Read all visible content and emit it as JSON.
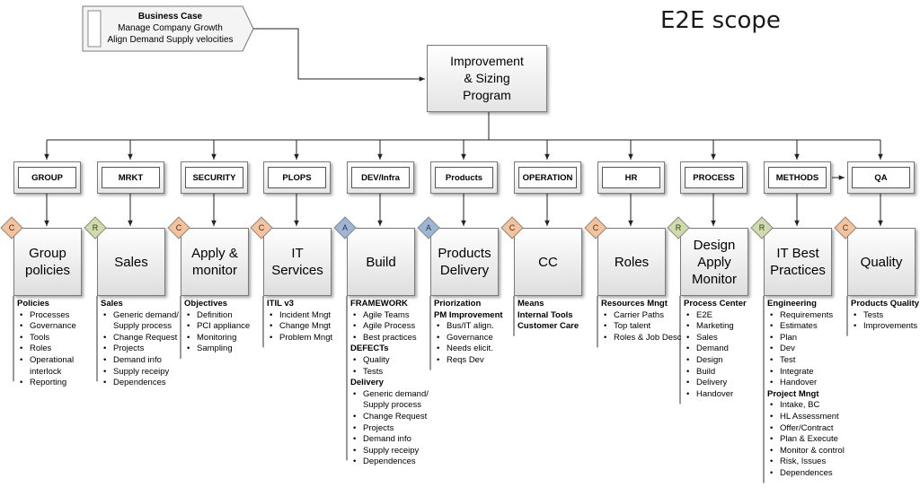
{
  "title": "E2E scope",
  "business_case": {
    "heading": "Business Case",
    "lines": [
      "Manage Company Growth",
      "Align Demand Supply velocities"
    ]
  },
  "program": {
    "lines": [
      "Improvement",
      "& Sizing",
      "Program"
    ]
  },
  "colors": {
    "C": "#f6c29a",
    "R": "#cfdcaa",
    "A": "#9db6d8"
  },
  "columns": [
    {
      "head": "GROUP",
      "badge": "C",
      "box": "Group policies",
      "details": [
        {
          "t": "h",
          "v": "Policies"
        },
        {
          "t": "i",
          "v": "Processes"
        },
        {
          "t": "i",
          "v": "Governance"
        },
        {
          "t": "i",
          "v": "Tools"
        },
        {
          "t": "i",
          "v": "Roles"
        },
        {
          "t": "i",
          "v": "Operational interlock"
        },
        {
          "t": "i",
          "v": "Reporting"
        }
      ]
    },
    {
      "head": "MRKT",
      "badge": "R",
      "box": "Sales",
      "details": [
        {
          "t": "h",
          "v": "Sales"
        },
        {
          "t": "i",
          "v": "Generic demand/ Supply process"
        },
        {
          "t": "i",
          "v": "Change Request"
        },
        {
          "t": "i",
          "v": "Projects"
        },
        {
          "t": "i",
          "v": "Demand info"
        },
        {
          "t": "i",
          "v": "Supply receipy"
        },
        {
          "t": "i",
          "v": "Dependences"
        }
      ]
    },
    {
      "head": "SECURITY",
      "badge": "C",
      "box": "Apply & monitor",
      "details": [
        {
          "t": "h",
          "v": "Objectives"
        },
        {
          "t": "i",
          "v": "Definition"
        },
        {
          "t": "i",
          "v": "PCI appliance"
        },
        {
          "t": "i",
          "v": "Monitoring"
        },
        {
          "t": "i",
          "v": "Sampling"
        }
      ]
    },
    {
      "head": "PLOPS",
      "badge": "C",
      "box": "IT Services",
      "details": [
        {
          "t": "h",
          "v": "ITIL v3"
        },
        {
          "t": "i",
          "v": "Incident Mngt"
        },
        {
          "t": "i",
          "v": "Change Mngt"
        },
        {
          "t": "i",
          "v": "Problem Mngt"
        }
      ]
    },
    {
      "head": "DEV/Infra",
      "badge": "A",
      "box": "Build",
      "details": [
        {
          "t": "h",
          "v": "FRAMEWORK"
        },
        {
          "t": "i",
          "v": "Agile Teams"
        },
        {
          "t": "i",
          "v": "Agile Process"
        },
        {
          "t": "i",
          "v": "Best practices"
        },
        {
          "t": "h",
          "v": "DEFECTs"
        },
        {
          "t": "i",
          "v": "Quality"
        },
        {
          "t": "i",
          "v": "Tests"
        },
        {
          "t": "h",
          "v": "Delivery"
        },
        {
          "t": "i",
          "v": "Generic demand/ Supply process"
        },
        {
          "t": "i",
          "v": "Change Request"
        },
        {
          "t": "i",
          "v": "Projects"
        },
        {
          "t": "i",
          "v": "Demand info"
        },
        {
          "t": "i",
          "v": "Supply receipy"
        },
        {
          "t": "i",
          "v": "Dependences"
        }
      ]
    },
    {
      "head": "Products",
      "badge": "A",
      "box": "Products Delivery",
      "details": [
        {
          "t": "h",
          "v": "Priorization"
        },
        {
          "t": "h",
          "v": "PM Improvement"
        },
        {
          "t": "i",
          "v": "Bus/IT align."
        },
        {
          "t": "i",
          "v": "Governance"
        },
        {
          "t": "i",
          "v": "Needs elicit."
        },
        {
          "t": "i",
          "v": "Reqs Dev"
        }
      ]
    },
    {
      "head": "OPERATION",
      "badge": "C",
      "box": "CC",
      "details": [
        {
          "t": "h",
          "v": "Means"
        },
        {
          "t": "h",
          "v": "Internal Tools"
        },
        {
          "t": "h",
          "v": "Customer Care"
        }
      ]
    },
    {
      "head": "HR",
      "badge": "C",
      "box": "Roles",
      "details": [
        {
          "t": "h",
          "v": "Resources Mngt"
        },
        {
          "t": "i",
          "v": "Carrier Paths"
        },
        {
          "t": "i",
          "v": "Top talent"
        },
        {
          "t": "i",
          "v": "Roles & Job Desc"
        }
      ]
    },
    {
      "head": "PROCESS",
      "badge": "R",
      "box": "Design Apply Monitor",
      "details": [
        {
          "t": "h",
          "v": "Process Center"
        },
        {
          "t": "i",
          "v": "E2E"
        },
        {
          "t": "i",
          "v": "Marketing"
        },
        {
          "t": "i",
          "v": "Sales"
        },
        {
          "t": "i",
          "v": "Demand"
        },
        {
          "t": "i",
          "v": "Design"
        },
        {
          "t": "i",
          "v": "Build"
        },
        {
          "t": "i",
          "v": "Delivery"
        },
        {
          "t": "i",
          "v": "Handover"
        }
      ]
    },
    {
      "head": "METHODS",
      "badge": "R",
      "box": "IT Best Practices",
      "details": [
        {
          "t": "h",
          "v": "Engineering"
        },
        {
          "t": "i",
          "v": "Requirements"
        },
        {
          "t": "i",
          "v": "Estimates"
        },
        {
          "t": "i",
          "v": "Plan"
        },
        {
          "t": "i",
          "v": "Dev"
        },
        {
          "t": "i",
          "v": "Test"
        },
        {
          "t": "i",
          "v": "Integrate"
        },
        {
          "t": "i",
          "v": "Handover"
        },
        {
          "t": "h",
          "v": "Project Mngt"
        },
        {
          "t": "i",
          "v": "Intake, BC"
        },
        {
          "t": "i",
          "v": "HL Assessment"
        },
        {
          "t": "i",
          "v": "Offer/Contract"
        },
        {
          "t": "i",
          "v": "Plan & Execute"
        },
        {
          "t": "i",
          "v": "Monitor & control"
        },
        {
          "t": "i",
          "v": "Risk, Issues"
        },
        {
          "t": "i",
          "v": "Dependences"
        }
      ]
    },
    {
      "head": "QA",
      "badge": "C",
      "box": "Quality",
      "details": [
        {
          "t": "h",
          "v": "Products Quality"
        },
        {
          "t": "i",
          "v": "Tests"
        },
        {
          "t": "i",
          "v": "Improvements"
        }
      ]
    }
  ]
}
